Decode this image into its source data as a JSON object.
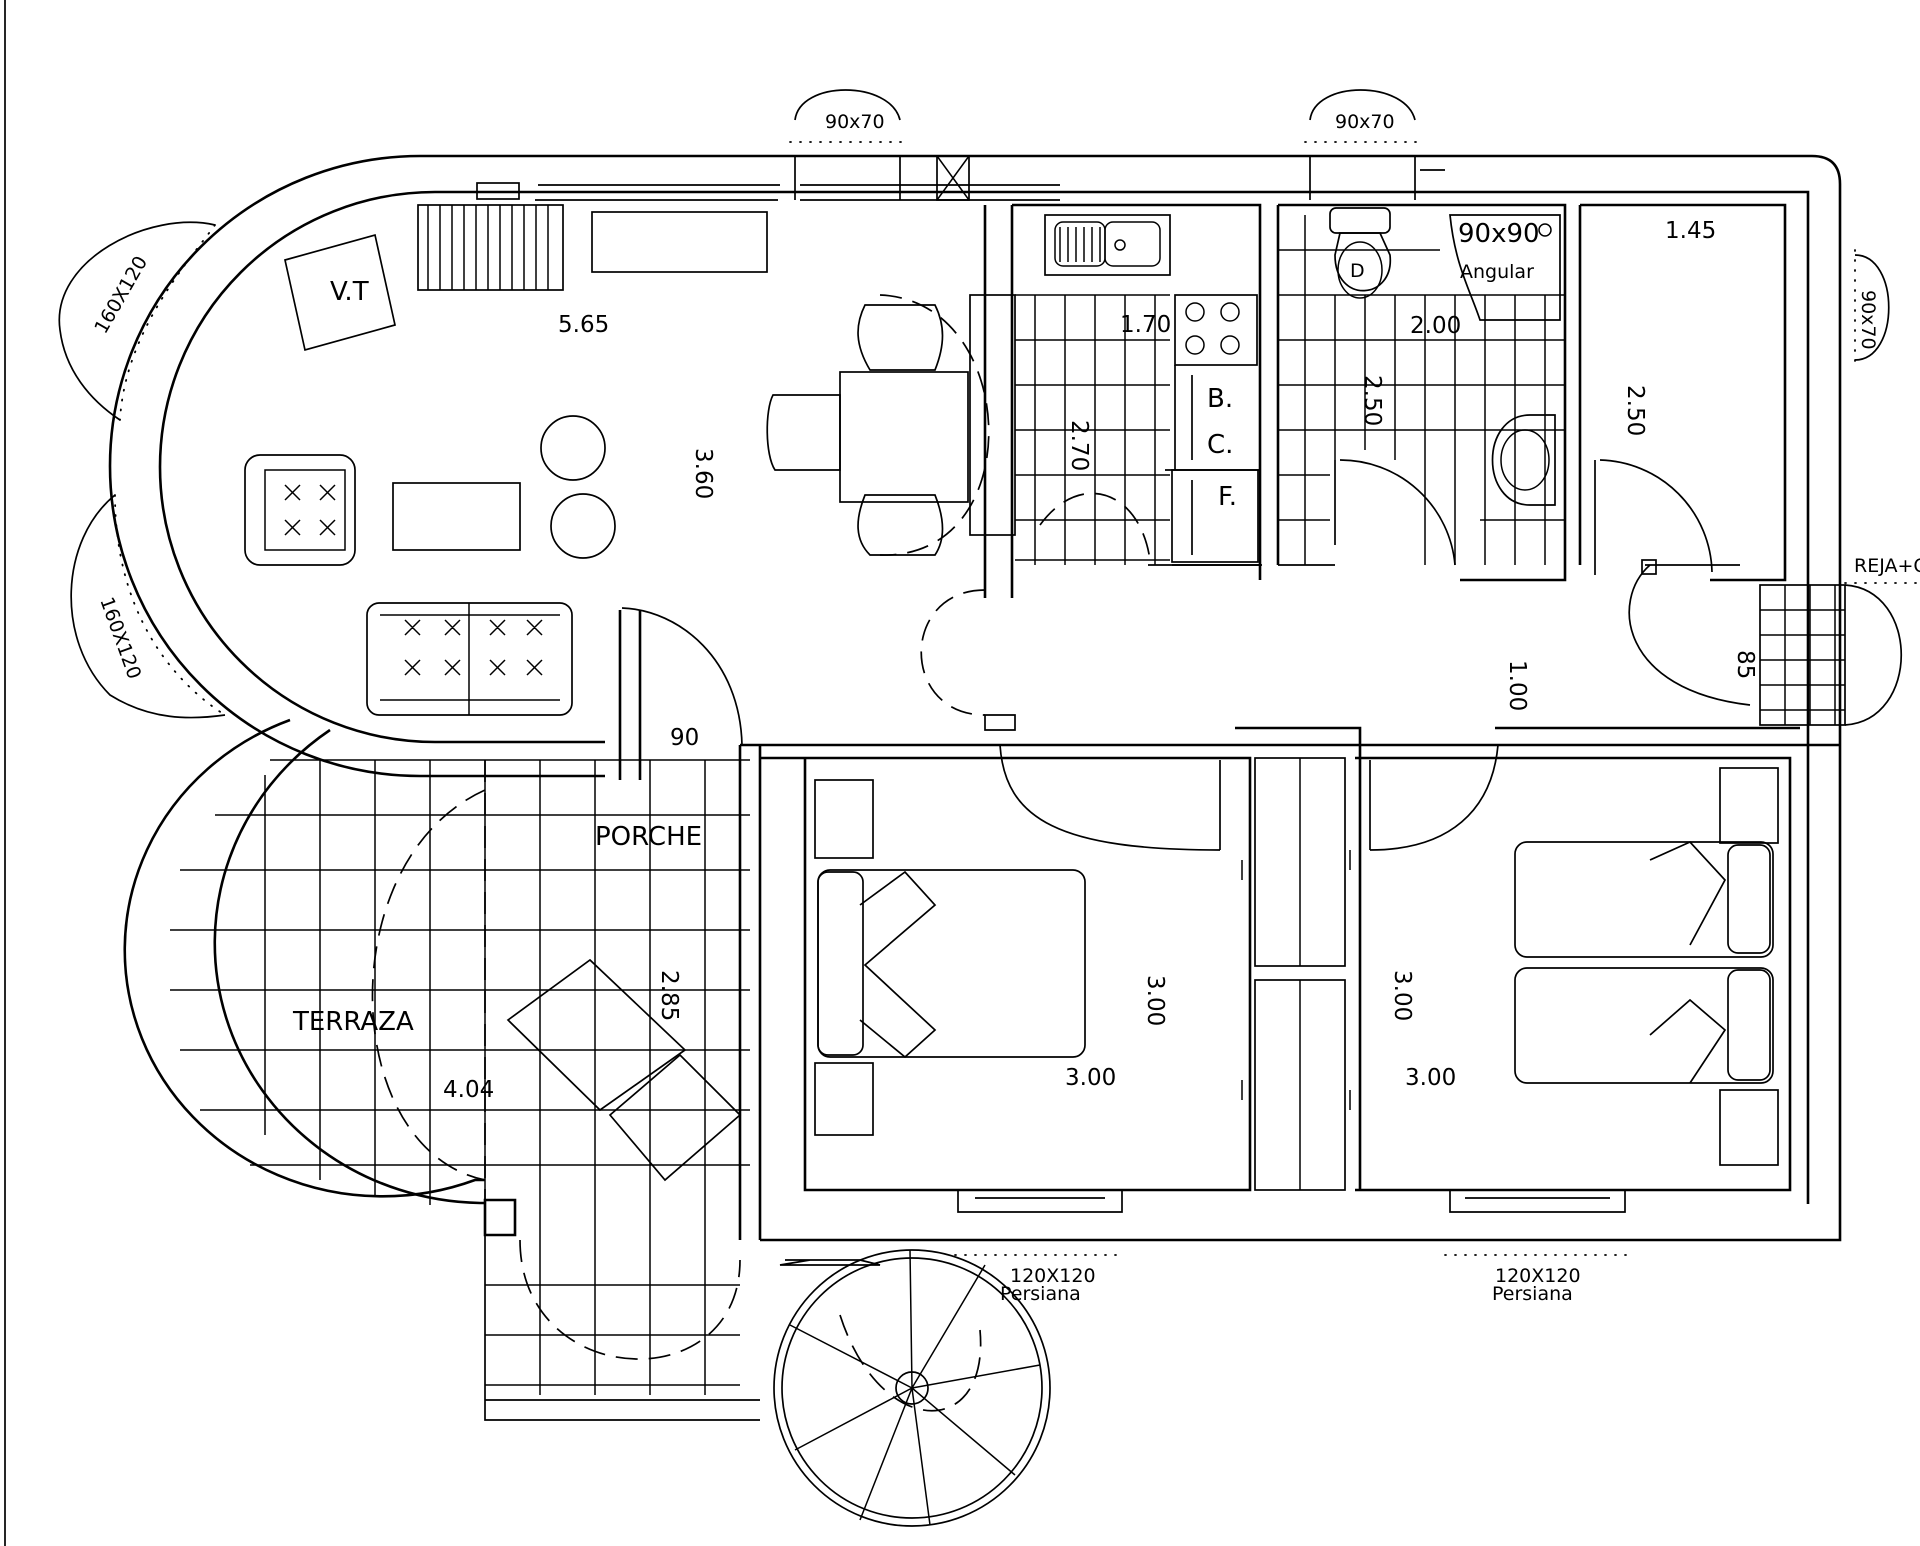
{
  "rooms": {
    "terrace": "TERRAZA",
    "porch": "PORCHE"
  },
  "living": {
    "tv_label": "V.T",
    "width": "5.65",
    "depth": "3.60",
    "door_width": "90"
  },
  "kitchen": {
    "width": "1.70",
    "depth": "2.70",
    "b": "B.",
    "c": "C.",
    "f": "F."
  },
  "bathroom": {
    "width": "2.00",
    "depth": "2.50",
    "shower": "90x90",
    "shower_type": "Angular",
    "wc": "D"
  },
  "small_room": {
    "width": "1.45",
    "depth": "2.50"
  },
  "hall": {
    "width": "1.00",
    "entry_door": "85",
    "gate": "REJA+CI"
  },
  "bedroom_left": {
    "width": "3.00",
    "depth": "3.00"
  },
  "bedroom_right": {
    "width": "3.00",
    "depth": "3.00"
  },
  "porch_dims": {
    "length": "4.04",
    "depth": "2.85"
  },
  "windows": {
    "top_left": "90x70",
    "top_right": "90x70",
    "right": "90x70",
    "curved_top": "160X120",
    "curved_bottom": "160X120",
    "bed_left_size": "120X120",
    "bed_left_type": "Persiana",
    "bed_right_size": "120X120",
    "bed_right_type": "Persiana"
  }
}
